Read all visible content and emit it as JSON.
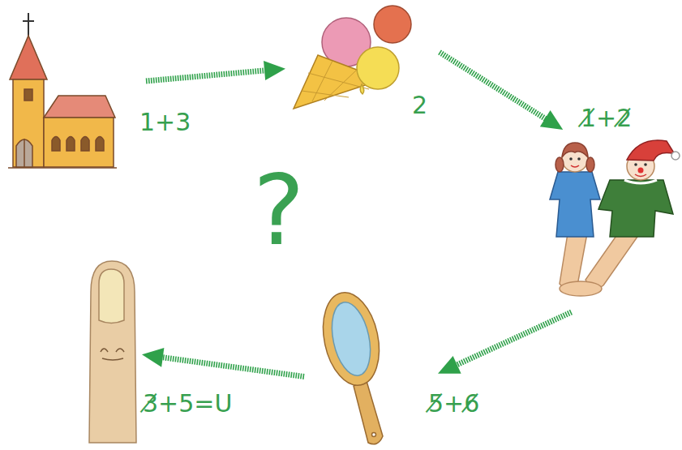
{
  "diagram": {
    "nodes": [
      {
        "text": [
          "1+3"
        ]
      },
      {
        "text": [
          "2"
        ]
      },
      {
        "text": [
          "1̸+2̸"
        ]
      },
      {
        "text": [
          "5̸+6̸"
        ]
      },
      {
        "text": [
          "3̸+5=U"
        ]
      }
    ],
    "edges": [
      {
        "from": 0,
        "to": 1,
        "arrow": "to"
      },
      {
        "from": 1,
        "to": 2,
        "arrow": "to"
      },
      {
        "from": 2,
        "to": 3,
        "arrow": "to"
      },
      {
        "from": 3,
        "to": 4,
        "arrow": "to"
      }
    ],
    "labels": [
      "?"
    ]
  }
}
